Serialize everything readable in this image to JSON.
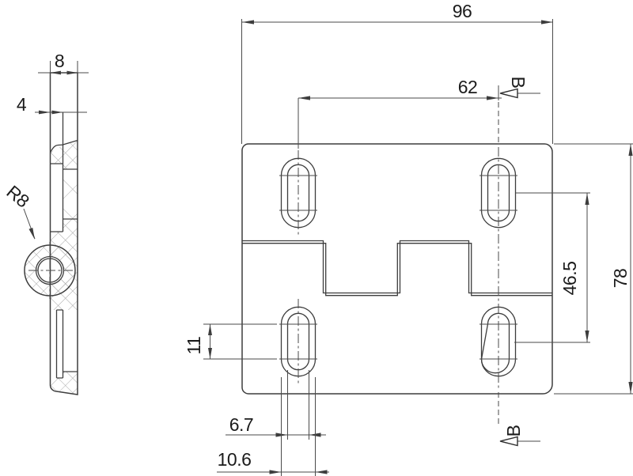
{
  "drawing": {
    "front_view": {
      "dim_total_width": "96",
      "dim_slot_pitch_x": "62",
      "dim_total_height": "78",
      "dim_slot_pitch_y": "46.5",
      "dim_slot_hole_pitch": "11",
      "dim_slot_inner_width": "6.7",
      "dim_slot_outer_width": "10.6",
      "section_label_top": "B",
      "section_label_bottom": "B"
    },
    "side_view": {
      "dim_thickness": "8",
      "dim_leaf_thickness": "4",
      "dim_knuckle_radius": "R8"
    },
    "colors": {
      "background": "#ffffff",
      "line": "#3d3d3d",
      "thin_line": "#4a4a4a",
      "hatch": "#a8a8a8",
      "text": "#1b1b1b"
    }
  }
}
